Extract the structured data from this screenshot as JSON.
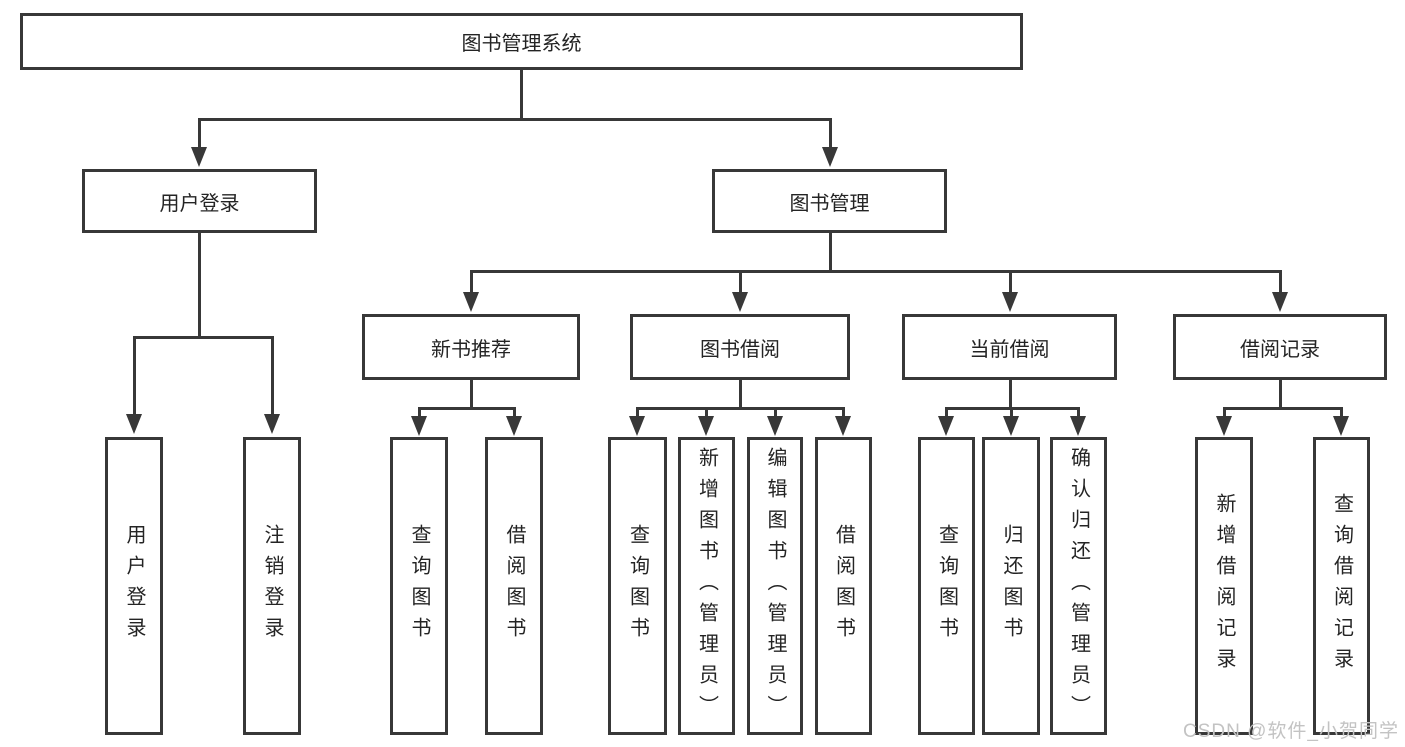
{
  "tree": {
    "label": "图书管理系统",
    "children": [
      {
        "label": "用户登录",
        "children": [
          {
            "label": "用户登录"
          },
          {
            "label": "注销登录"
          }
        ]
      },
      {
        "label": "图书管理",
        "children": [
          {
            "label": "新书推荐",
            "children": [
              {
                "label": "查询图书"
              },
              {
                "label": "借阅图书"
              }
            ]
          },
          {
            "label": "图书借阅",
            "children": [
              {
                "label": "查询图书"
              },
              {
                "label": "新增图书（管理员）"
              },
              {
                "label": "编辑图书（管理员）"
              },
              {
                "label": "借阅图书"
              }
            ]
          },
          {
            "label": "当前借阅",
            "children": [
              {
                "label": "查询图书"
              },
              {
                "label": "归还图书"
              },
              {
                "label": "确认归还（管理员）"
              }
            ]
          },
          {
            "label": "借阅记录",
            "children": [
              {
                "label": "新增借阅记录"
              },
              {
                "label": "查询借阅记录"
              }
            ]
          }
        ]
      }
    ]
  },
  "watermark": {
    "text": "CSDN @软件_小贺同学"
  },
  "colors": {
    "line": "#383838",
    "box_border": "#383838",
    "text": "#242424",
    "watermark": "#c3c3c3",
    "background": "#ffffff"
  }
}
